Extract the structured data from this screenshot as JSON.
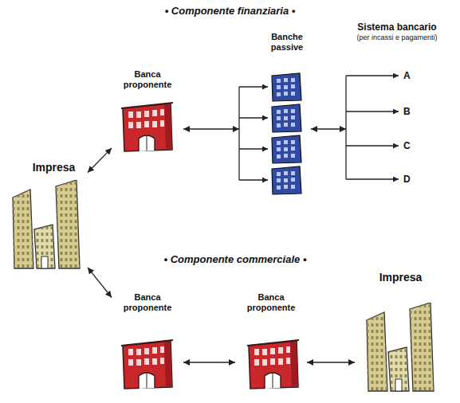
{
  "diagram": {
    "title": "• Componente finanziaria •",
    "nodes": [
      {
        "text": [
          "Impresa"
        ]
      },
      {
        "text": [
          "Banca proponente"
        ]
      },
      {
        "text": [
          "Banche passive"
        ]
      },
      {
        "text": [
          "Sistema bancario",
          "(per incassi e pagamenti)"
        ]
      },
      {
        "text": [
          "Banca proponente"
        ]
      },
      {
        "text": [
          "Banca proponente"
        ]
      },
      {
        "text": [
          "Impresa"
        ]
      }
    ],
    "edges": [
      {
        "from": 0,
        "to": 1,
        "arrow": "both"
      },
      {
        "from": 1,
        "to": 2,
        "arrow": "both"
      },
      {
        "from": 2,
        "to": 3,
        "arrow": "both"
      },
      {
        "from": 0,
        "to": 4,
        "arrow": "both"
      },
      {
        "from": 4,
        "to": 5,
        "arrow": "both"
      },
      {
        "from": 5,
        "to": 6,
        "arrow": "both"
      }
    ],
    "labels": [
      "• Componente commerciale •",
      "A",
      "B",
      "C",
      "D"
    ]
  }
}
